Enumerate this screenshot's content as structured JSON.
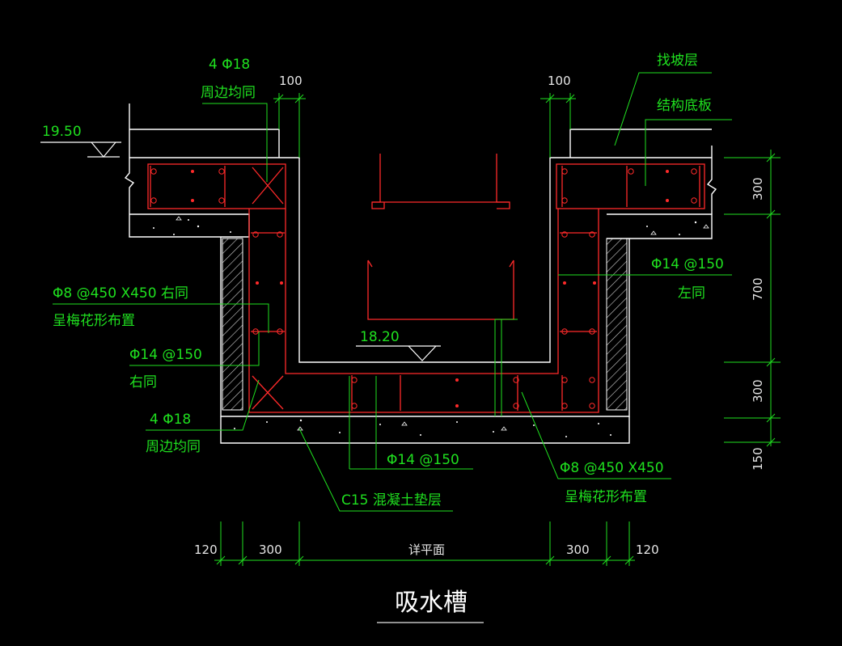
{
  "drawing": {
    "title": "吸水槽",
    "colors": {
      "background": "#000000",
      "outline": "#ffffff",
      "rebar": "#ff2a2a",
      "annotation": "#1fe01f",
      "dimension": "#1fe01f"
    },
    "elevations": {
      "top": "19.50",
      "bottom": "18.20"
    },
    "labels": {
      "top_left_rebar": "4 Φ18",
      "top_left_rebar_note": "周边均同",
      "screed_layer": "找坡层",
      "structural_slab": "结构底板",
      "left_stirrup": "Φ8 @450 X450  右同",
      "left_stirrup_note": "呈梅花形布置",
      "left_wall_bar": "Φ14 @150",
      "left_wall_bar_note": "右同",
      "bottom_left_rebar": "4 Φ18",
      "bottom_left_rebar_note": "周边均同",
      "right_wall_bar": "Φ14 @150",
      "right_wall_bar_note": "左同",
      "bottom_bar": "Φ14 @150",
      "bottom_stirrup": "Φ8 @450 X450",
      "bottom_stirrup_note": "呈梅花形布置",
      "cushion": "C15  混凝土垫层"
    },
    "dimensions": {
      "top_left_offset": "100",
      "top_right_offset": "100",
      "vertical": [
        "300",
        "700",
        "300",
        "150"
      ],
      "horizontal": [
        "120",
        "300",
        "详平面",
        "300",
        "120"
      ]
    }
  }
}
